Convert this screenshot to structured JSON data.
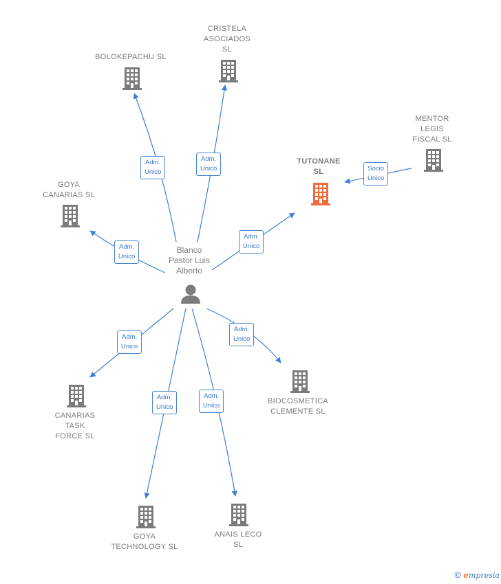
{
  "center": {
    "name": "Blanco\nPastor Luis\nAlberto"
  },
  "companies": {
    "bolokepachu": "BOLOKEPACHU SL",
    "cristela": "CRISTELA\nASOCIADOS\nSL",
    "goya_canarias": "GOYA\nCANARIAS  SL",
    "tutonane": "TUTONANE\nSL",
    "mentor": "MENTOR\nLEGIS\nFISCAL  SL",
    "canarias_task": "CANARIAS\nTASK\nFORCE  SL",
    "biocosmetica": "BIOCOSMETICA\nCLEMENTE  SL",
    "goya_tech": "GOYA\nTECHNOLOGY SL",
    "anais": "ANAIS LECO\nSL"
  },
  "edges": {
    "bolokepachu": "Adm.\nUnico",
    "cristela": "Adm.\nUnico",
    "goya_canarias": "Adm.\nUnico",
    "tutonane": "Adm.\nUnico",
    "mentor_tutonane": "Socio\nÚnico",
    "canarias_task": "Adm.\nUnico",
    "biocosmetica": "Adm.\nUnico",
    "goya_tech": "Adm.\nUnico",
    "anais": "Adm.\nUnico"
  },
  "colors": {
    "edge": "#3d7fd6",
    "building": "#7b7b7b",
    "focus": "#f26b3a",
    "person": "#7b7b7b"
  },
  "footer": {
    "copyright": "©",
    "brand_e": "e",
    "brand_rest": "mpresia"
  }
}
